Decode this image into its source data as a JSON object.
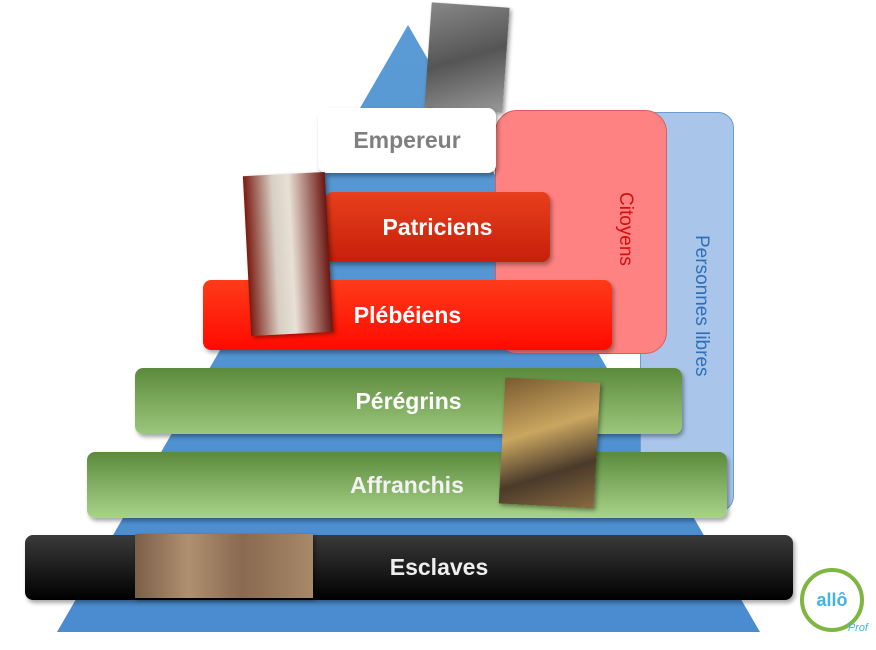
{
  "levels": {
    "empereur": "Empereur",
    "patriciens": "Patriciens",
    "plebeiens": "Plébéiens",
    "peregrins": "Pérégrins",
    "affranchis": "Affranchis",
    "esclaves": "Esclaves"
  },
  "groups": {
    "citoyens": "Citoyens",
    "personnes_libres": "Personnes libres"
  },
  "logo": {
    "text": "allô",
    "sub": "Prof"
  },
  "colors": {
    "pyramid": "#5b9bd5",
    "citoyens": "#ff8080",
    "libres": "#a9c6ea"
  }
}
